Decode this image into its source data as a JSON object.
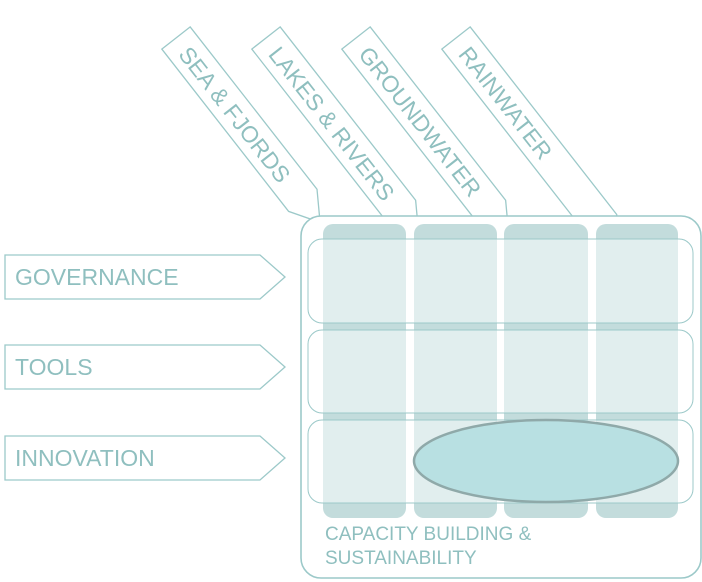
{
  "columns": [
    {
      "label": "SEA & FJORDS"
    },
    {
      "label": "LAKES & RIVERS"
    },
    {
      "label": "GROUNDWATER"
    },
    {
      "label": "RAINWATER"
    }
  ],
  "rows": [
    {
      "label": "GOVERNANCE"
    },
    {
      "label": "TOOLS"
    },
    {
      "label": "INNOVATION"
    }
  ],
  "footer": {
    "line1": "CAPACITY BUILDING &",
    "line2": "SUSTAINABILITY"
  },
  "colors": {
    "outline": "#9cc9c9",
    "column_fill": "#c3dcdc",
    "row_fill": "#e6f0f0",
    "ellipse_fill": "#b8e0e2",
    "ellipse_stroke": "#8fa9a9",
    "text": "#8fbfbf"
  }
}
